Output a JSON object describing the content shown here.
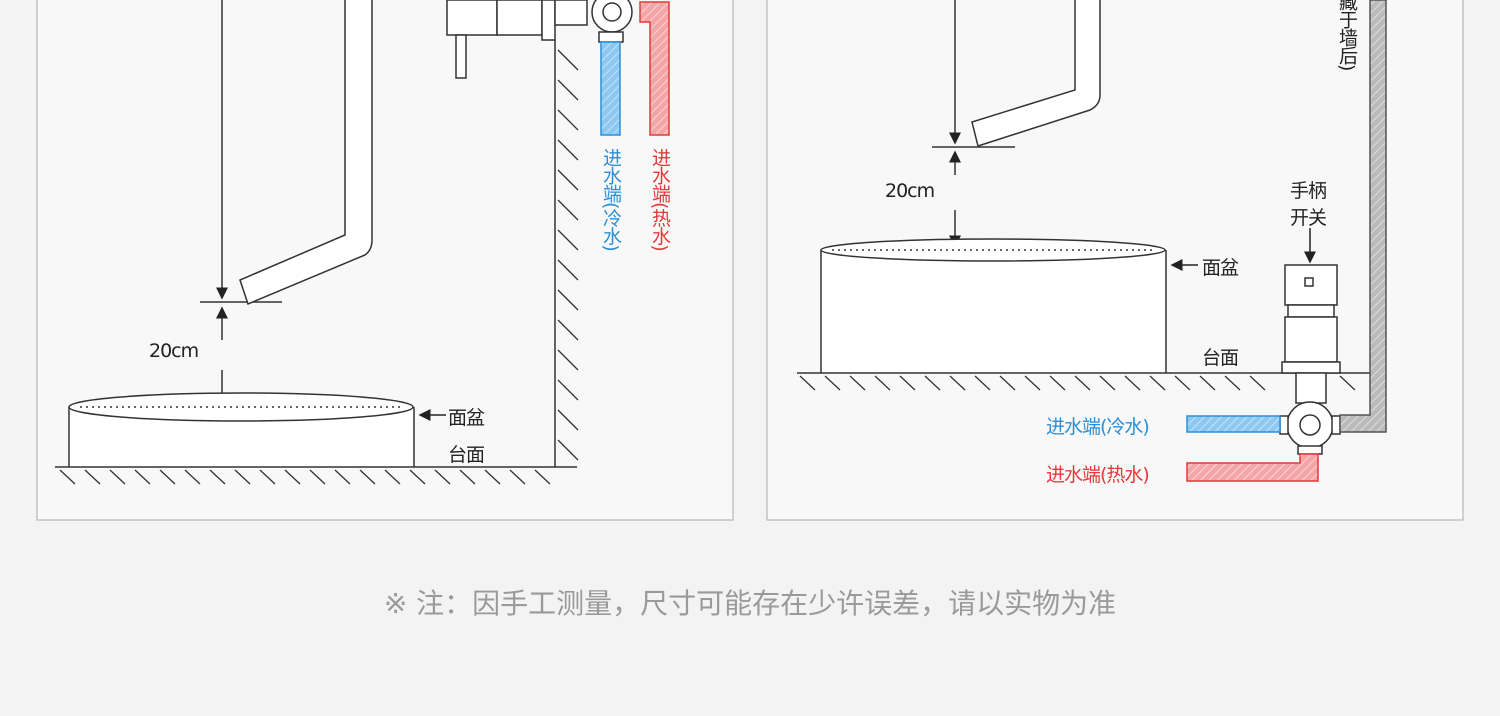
{
  "left_diagram": {
    "distance_label": "20cm",
    "basin_label": "面盆",
    "counter_label": "台面",
    "cold_inlet_label": "进水端(冷水)",
    "hot_inlet_label": "进水端(热水)"
  },
  "right_diagram": {
    "distance_label": "20cm",
    "basin_label": "面盆",
    "counter_label": "台面",
    "handle_label_line1": "手柄",
    "handle_label_line2": "开关",
    "cold_inlet_label": "进水端(冷水)",
    "hot_inlet_label": "进水端(热水)",
    "hidden_pipe_label": "藏于墙后)"
  },
  "note": "※ 注：因手工测量，尺寸可能存在少许误差，请以实物为准",
  "colors": {
    "cold": "#2a8fd8",
    "hot": "#e23a3a",
    "line": "#333333"
  }
}
